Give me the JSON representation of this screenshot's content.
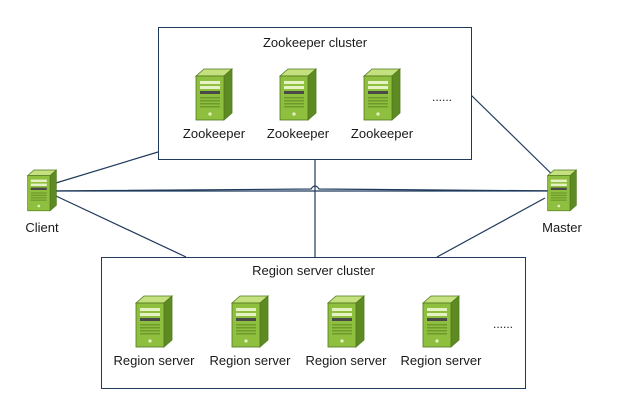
{
  "zookeeper_cluster": {
    "title": "Zookeeper cluster",
    "nodes": [
      {
        "label": "Zookeeper",
        "icon": "server-icon"
      },
      {
        "label": "Zookeeper",
        "icon": "server-icon"
      },
      {
        "label": "Zookeeper",
        "icon": "server-icon"
      }
    ],
    "more": "......"
  },
  "region_cluster": {
    "title": "Region server cluster",
    "nodes": [
      {
        "label": "Region server",
        "icon": "server-icon"
      },
      {
        "label": "Region server",
        "icon": "server-icon"
      },
      {
        "label": "Region server",
        "icon": "server-icon"
      },
      {
        "label": "Region server",
        "icon": "server-icon"
      }
    ],
    "more": "......"
  },
  "client": {
    "label": "Client",
    "icon": "server-icon"
  },
  "master": {
    "label": "Master",
    "icon": "server-icon"
  },
  "colors": {
    "server_body": "#8fbf3f",
    "server_dark": "#5d8a22",
    "server_light": "#c4e07f",
    "line": "#1f3a5c"
  }
}
